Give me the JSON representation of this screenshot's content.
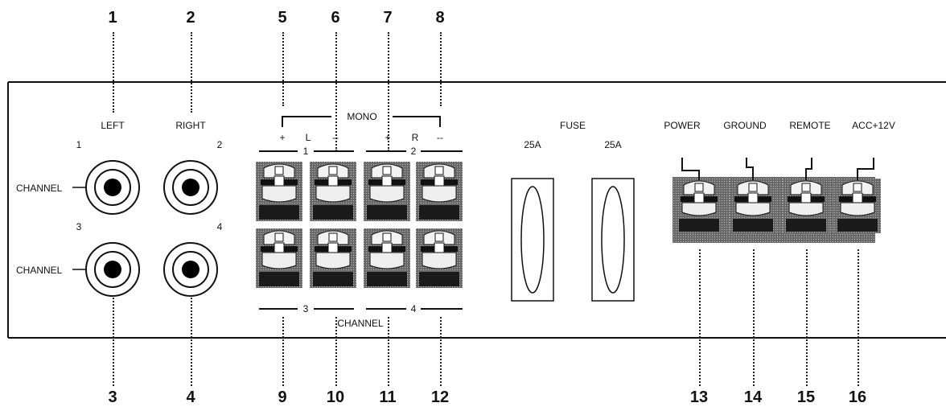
{
  "callouts": {
    "n1": "1",
    "n2": "2",
    "n3": "3",
    "n4": "4",
    "n5": "5",
    "n6": "6",
    "n7": "7",
    "n8": "8",
    "n9": "9",
    "n10": "10",
    "n11": "11",
    "n12": "12",
    "n13": "13",
    "n14": "14",
    "n15": "15",
    "n16": "16"
  },
  "rca": {
    "left": "LEFT",
    "right": "RIGHT",
    "ch1": "1",
    "ch2": "2",
    "ch3": "3",
    "ch4": "4",
    "channel_label": "CHANNEL"
  },
  "speaker": {
    "mono": "MONO",
    "plus_l": "+",
    "l": "L",
    "minus_l": "--",
    "plus_r": "+",
    "r": "R",
    "minus_r": "--",
    "ch1": "1",
    "ch2": "2",
    "ch3": "3",
    "ch4": "4",
    "channel": "CHANNEL"
  },
  "fuse": {
    "title": "FUSE",
    "rating_a": "25A",
    "rating_b": "25A"
  },
  "power": {
    "power": "POWER",
    "ground": "GROUND",
    "remote": "REMOTE",
    "acc": "ACC+12V"
  },
  "colors": {
    "ink": "#111111",
    "terminal_fill": "#555555",
    "panel_bg": "#ffffff"
  }
}
